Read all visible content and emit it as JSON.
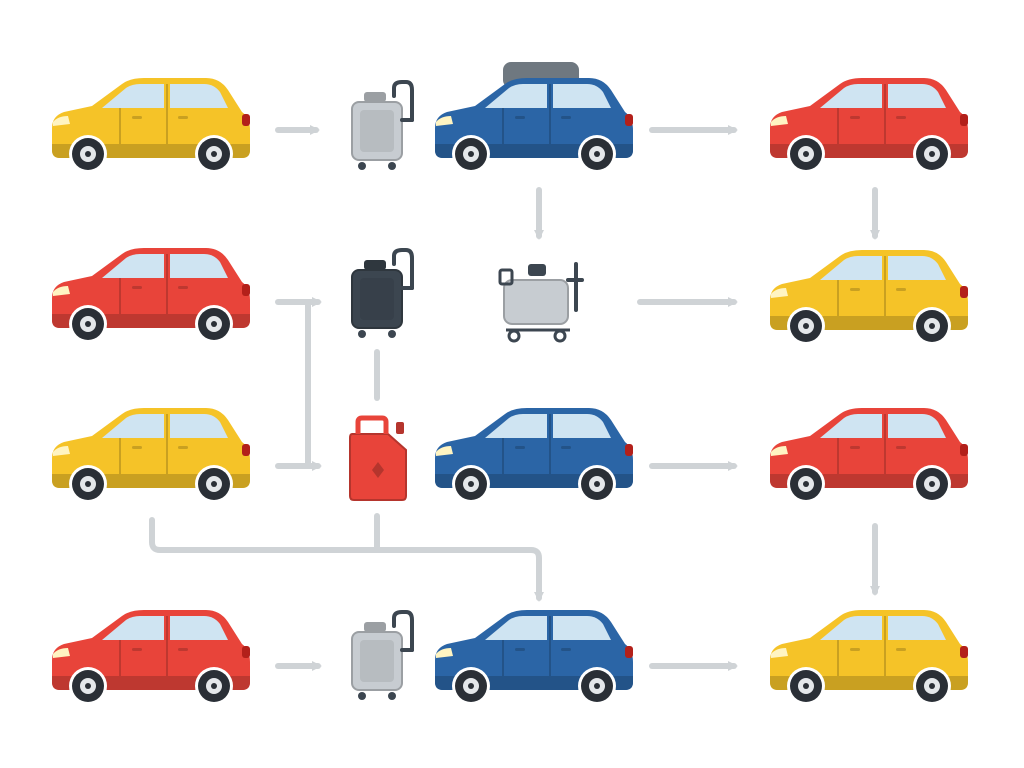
{
  "diagram": {
    "type": "flow",
    "colors": {
      "yellow": "#F5C328",
      "red": "#E8443A",
      "blue": "#2B65A6",
      "silver": "#C7CCD1",
      "dark": "#3C4650",
      "arrow": "#CFD3D6",
      "window": "#CFE4F2",
      "tire": "#2A2F36",
      "hub": "#E4E7EA",
      "bubble": "#6F7880"
    },
    "nodes": [
      {
        "id": "car-r1-c1",
        "kind": "car",
        "color": "yellow"
      },
      {
        "id": "equip-r1-c2",
        "kind": "tank",
        "color": "silver"
      },
      {
        "id": "car-r1-c3",
        "kind": "car",
        "color": "blue",
        "callout": true
      },
      {
        "id": "car-r1-c4",
        "kind": "car",
        "color": "red"
      },
      {
        "id": "car-r2-c1",
        "kind": "car",
        "color": "red"
      },
      {
        "id": "equip-r2-c2",
        "kind": "tank",
        "color": "dark"
      },
      {
        "id": "equip-r2-c3",
        "kind": "machine",
        "color": "silver"
      },
      {
        "id": "car-r2-c4",
        "kind": "car",
        "color": "yellow"
      },
      {
        "id": "car-r3-c1",
        "kind": "car",
        "color": "yellow"
      },
      {
        "id": "equip-r3-c2",
        "kind": "jerrycan",
        "color": "red"
      },
      {
        "id": "car-r3-c3",
        "kind": "car",
        "color": "blue"
      },
      {
        "id": "car-r3-c4",
        "kind": "car",
        "color": "red"
      },
      {
        "id": "car-r4-c1",
        "kind": "car",
        "color": "red"
      },
      {
        "id": "equip-r4-c2",
        "kind": "tank",
        "color": "silver"
      },
      {
        "id": "car-r4-c3",
        "kind": "car",
        "color": "blue"
      },
      {
        "id": "car-r4-c4",
        "kind": "car",
        "color": "yellow"
      }
    ],
    "edges": [
      {
        "from": "car-r1-c1",
        "to": "equip-r1-c2"
      },
      {
        "from": "car-r1-c3",
        "to": "car-r1-c4"
      },
      {
        "from": "car-r1-c3",
        "to": "equip-r2-c3"
      },
      {
        "from": "car-r1-c4",
        "to": "car-r2-c4"
      },
      {
        "from": "car-r2-c1",
        "to": "equip-r2-c2"
      },
      {
        "from": "car-r3-c1",
        "to": "equip-r2-c2"
      },
      {
        "from": "car-r3-c1",
        "to": "equip-r3-c2"
      },
      {
        "from": "equip-r2-c2",
        "to": "equip-r3-c2"
      },
      {
        "from": "equip-r2-c3",
        "to": "car-r2-c4"
      },
      {
        "from": "car-r3-c3",
        "to": "car-r3-c4"
      },
      {
        "from": "car-r3-c4",
        "to": "car-r4-c4"
      },
      {
        "from": "car-r3-c1",
        "to": "car-r4-c3"
      },
      {
        "from": "equip-r3-c2",
        "to": "car-r4-c3"
      },
      {
        "from": "car-r4-c1",
        "to": "equip-r4-c2"
      },
      {
        "from": "car-r4-c3",
        "to": "car-r4-c4"
      }
    ]
  }
}
